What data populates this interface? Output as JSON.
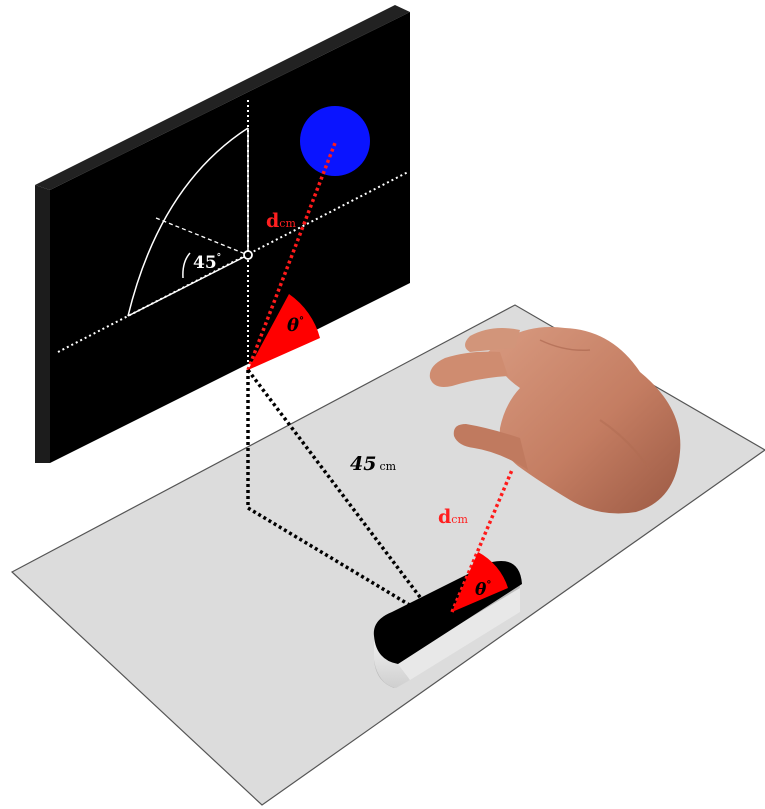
{
  "labels": {
    "screen_angle": "45",
    "screen_angle_unit": "°",
    "screen_distance_var": "d",
    "screen_distance_unit": "cm",
    "screen_theta_var": "θ",
    "screen_theta_unit": "°",
    "viewing_distance_value": "45",
    "viewing_distance_unit": "cm",
    "table_distance_var": "d",
    "table_distance_unit": "cm",
    "table_theta_var": "θ",
    "table_theta_unit": "°"
  },
  "colors": {
    "background": "#ffffff",
    "screen_face": "#000000",
    "screen_side": "#1a1a1a",
    "table": "#dcdcdc",
    "table_edge": "#555555",
    "target": "#0a14ff",
    "angle_sector": "#ff0000",
    "pointer_line": "#ff2a2a",
    "dotted_guide": "#000000",
    "hand": "#c98468"
  },
  "icons": {
    "target": "blue-circle-target",
    "hand": "reaching-hand",
    "start_pad": "start-button-pad"
  }
}
